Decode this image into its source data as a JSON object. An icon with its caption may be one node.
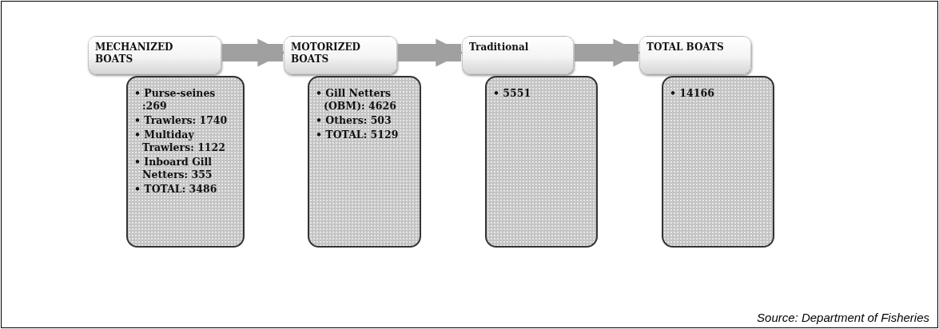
{
  "diagram": {
    "caption": "Source: Department of Fisheries",
    "nodes": [
      {
        "text": [
          "MECHANIZED BOATS"
        ]
      },
      {
        "text": [
          "• Purse-seines :269",
          "• Trawlers: 1740",
          "• Multiday Trawlers: 1122",
          "• Inboard Gill Netters: 355",
          "• TOTAL: 3486"
        ]
      },
      {
        "text": [
          "MOTORIZED BOATS"
        ]
      },
      {
        "text": [
          "• Gill Netters (OBM): 4626",
          "• Others: 503",
          "• TOTAL: 5129"
        ]
      },
      {
        "text": [
          "Traditional"
        ]
      },
      {
        "text": [
          "• 5551"
        ]
      },
      {
        "text": [
          "TOTAL BOATS"
        ]
      },
      {
        "text": [
          "• 14166"
        ]
      }
    ],
    "edges": [
      {
        "from": 0,
        "to": 2,
        "arrow": "to"
      },
      {
        "from": 2,
        "to": 4,
        "arrow": "to"
      },
      {
        "from": 4,
        "to": 6,
        "arrow": "to"
      }
    ]
  }
}
